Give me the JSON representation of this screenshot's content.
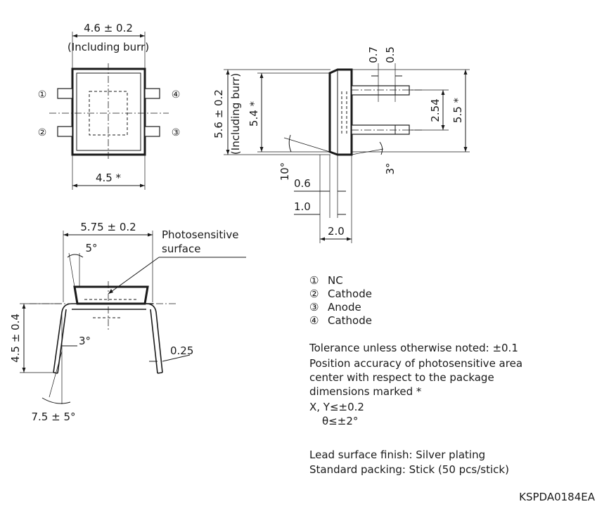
{
  "top_view": {
    "width_dim": "4.6 ± 0.2",
    "width_note": "(Including burr)",
    "inner_width_dim": "4.5 *",
    "pin1": "①",
    "pin2": "②",
    "pin3": "③",
    "pin4": "④"
  },
  "side_view": {
    "height_dim": "5.6 ± 0.2",
    "height_note": "(Including burr)",
    "body_height_dim": "5.4 *",
    "lead_width_a": "0.7",
    "lead_width_b": "0.5",
    "pitch_dim": "2.54",
    "span_dim": "5.5 *",
    "angle_left": "10°",
    "angle_right": "3°",
    "depth_a": "0.6",
    "depth_b": "1.0",
    "depth_c": "2.0"
  },
  "front_view": {
    "width_dim": "5.75 ± 0.2",
    "callout_line1": "Photosensitive",
    "callout_line2": "surface",
    "angle_top": "5°",
    "angle_lead": "3°",
    "height_dim": "4.5 ± 0.4",
    "lead_thickness": "0.25",
    "angle_bottom": "7.5 ± 5°"
  },
  "pin_legend": [
    {
      "num": "①",
      "name": "NC"
    },
    {
      "num": "②",
      "name": "Cathode"
    },
    {
      "num": "③",
      "name": "Anode"
    },
    {
      "num": "④",
      "name": "Cathode"
    }
  ],
  "notes": {
    "tolerance": "Tolerance unless otherwise noted: ±0.1",
    "accuracy_line1": "Position accuracy of photosensitive area",
    "accuracy_line2": "center with respect to the package",
    "accuracy_line3": "dimensions marked *",
    "xy": "X, Y≤±0.2",
    "theta": "θ≤±2°",
    "finish": "Lead surface finish: Silver plating",
    "packing": "Standard packing: Stick (50 pcs/stick)"
  },
  "drawing_code": "KSPDA0184EA"
}
